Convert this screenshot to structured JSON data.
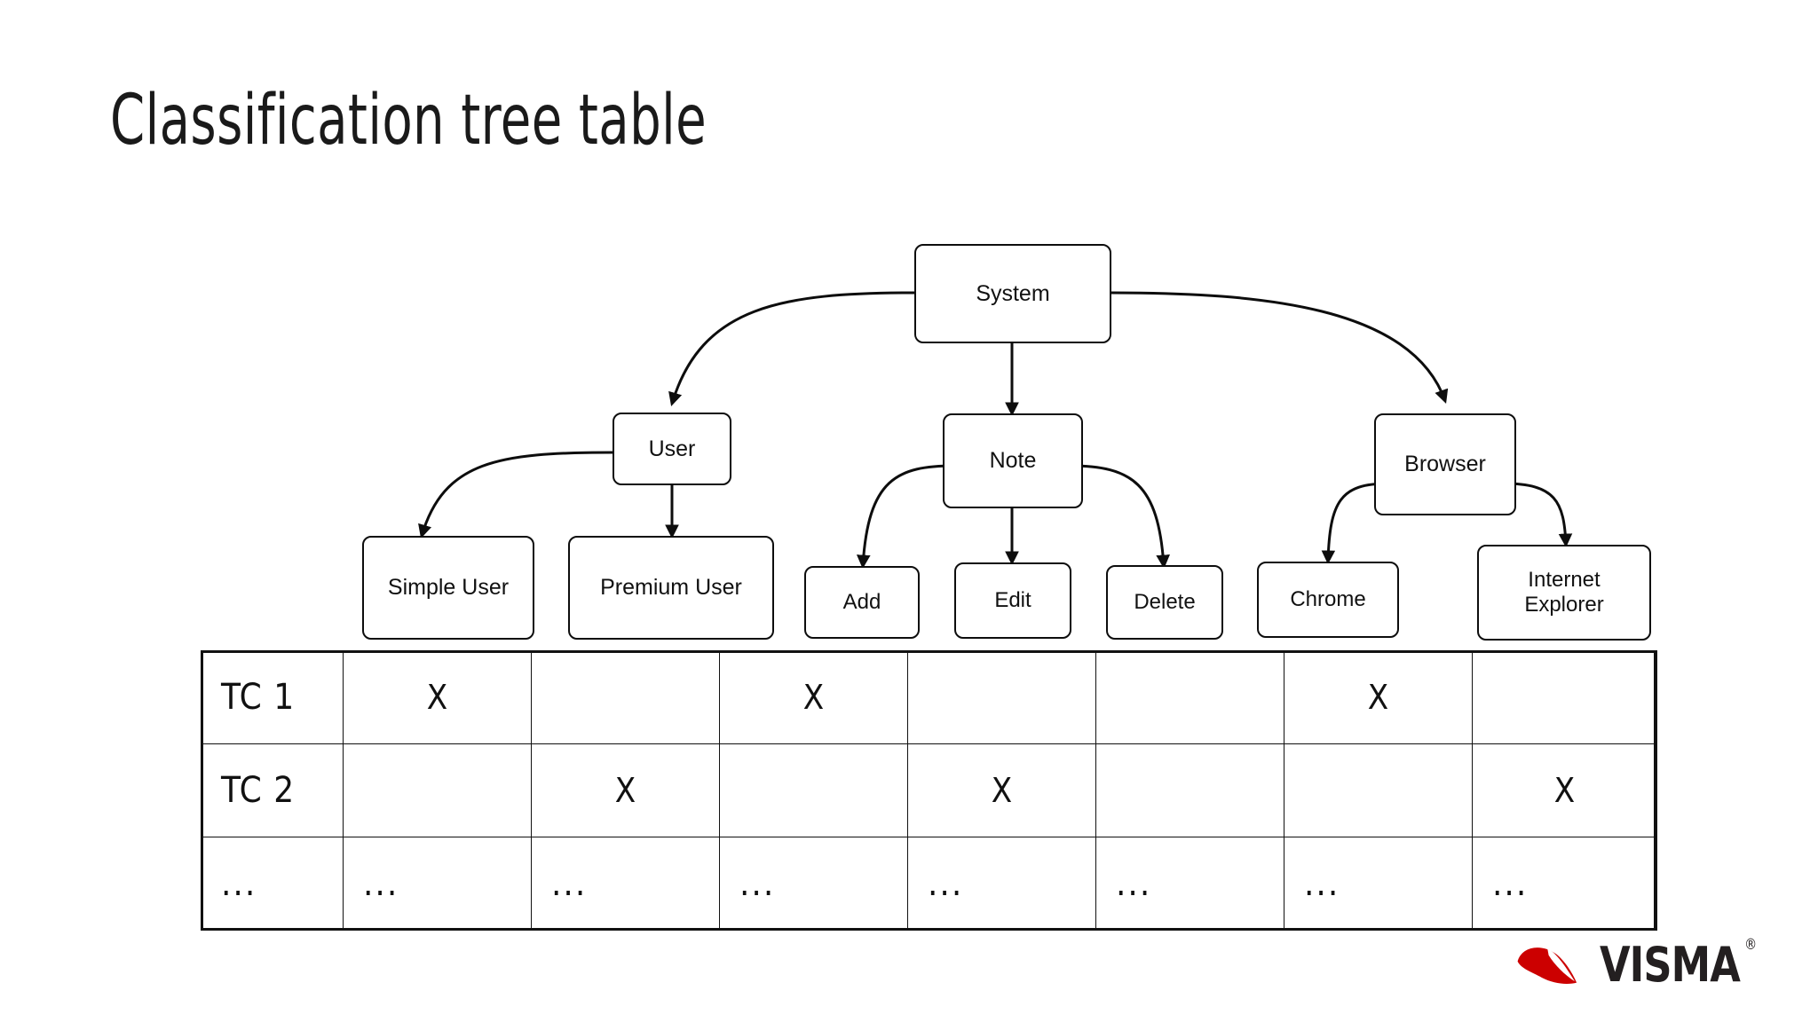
{
  "slide": {
    "title": "Classification tree table",
    "background": "#ffffff",
    "ink": "#111111"
  },
  "tree": {
    "root": {
      "label": "System"
    },
    "level2": [
      {
        "label": "User"
      },
      {
        "label": "Note"
      },
      {
        "label": "Browser"
      }
    ],
    "leaves": [
      {
        "label": "Simple User"
      },
      {
        "label": "Premium User"
      },
      {
        "label": "Add"
      },
      {
        "label": "Edit"
      },
      {
        "label": "Delete"
      },
      {
        "label": "Chrome"
      },
      {
        "label": "Internet\nExplorer",
        "line1": "Internet",
        "line2": "Explorer"
      }
    ]
  },
  "table": {
    "columns": [
      "",
      "Simple User",
      "Premium User",
      "Add",
      "Edit",
      "Delete",
      "Chrome",
      "Internet Explorer"
    ],
    "mark": "X",
    "ellipsis": "...",
    "rows": [
      {
        "label": "TC 1",
        "cells": [
          "X",
          "",
          "X",
          "",
          "",
          "X",
          ""
        ]
      },
      {
        "label": "TC 2",
        "cells": [
          "",
          "X",
          "",
          "X",
          "",
          "",
          "X"
        ]
      },
      {
        "label": "...",
        "cells": [
          "...",
          "...",
          "...",
          "...",
          "...",
          "...",
          "..."
        ]
      }
    ]
  },
  "branding": {
    "name": "VISMA",
    "registered": "®",
    "mark_color": "#cc0000",
    "word_color": "#231f20"
  }
}
